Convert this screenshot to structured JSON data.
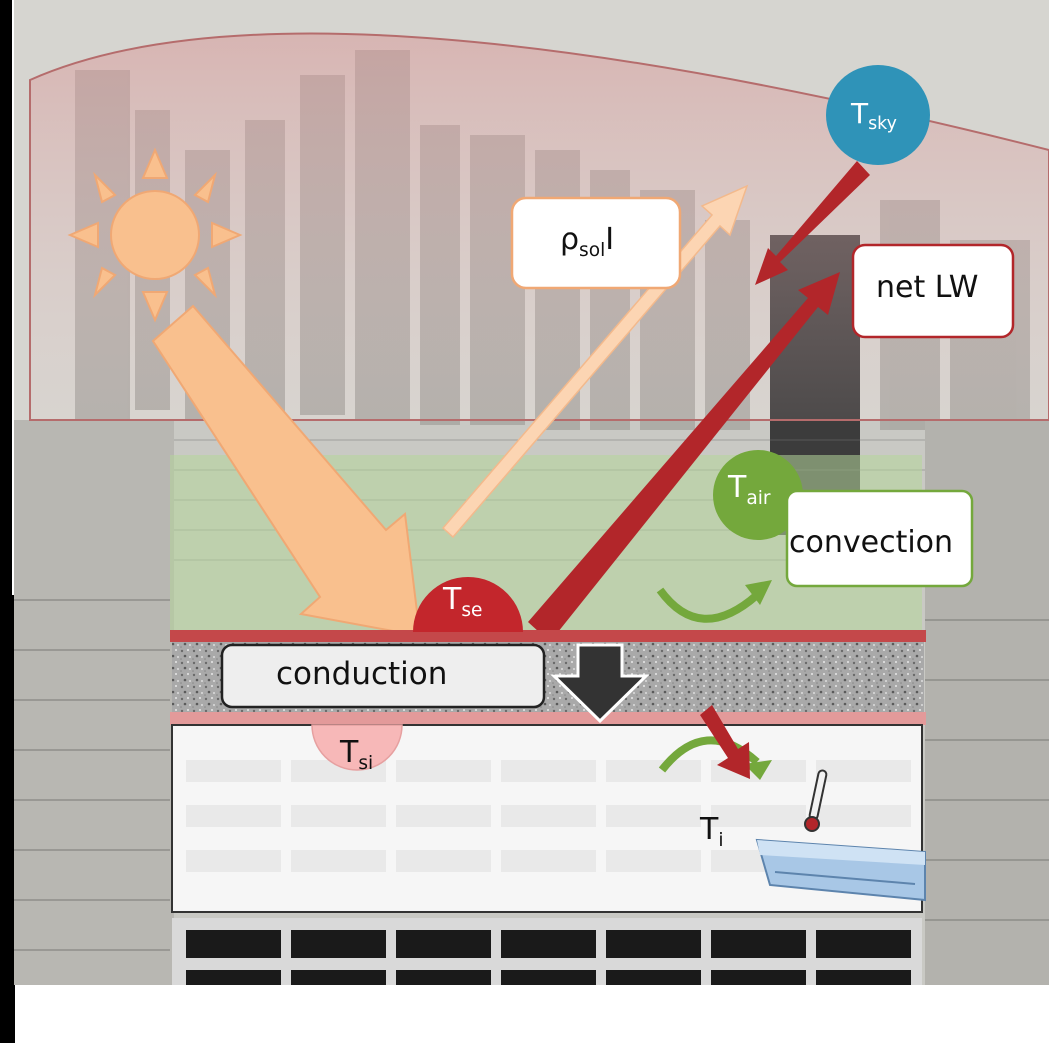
{
  "labels": {
    "t_sky": {
      "main": "T",
      "sub": "sky"
    },
    "rho_sol": {
      "main": "ρ",
      "sub": "sol",
      "tail": "I"
    },
    "net_lw": "net LW",
    "t_air": {
      "main": "T",
      "sub": "air"
    },
    "convection": "convection",
    "t_se": {
      "main": "T",
      "sub": "se"
    },
    "conduction": "conduction",
    "t_si": {
      "main": "T",
      "sub": "si"
    },
    "t_i": {
      "main": "T",
      "sub": "i"
    }
  },
  "colors": {
    "dark_red": "#b2262a",
    "sun": "#f9c08e",
    "sky_bubble": "#2f93b8",
    "air_bubble": "#74a83c",
    "surface_bubble": "#c3262c",
    "inner_bubble": "#f7b8b8",
    "conduction_arrow": "#333333",
    "green_zone": "#b5d59a"
  }
}
